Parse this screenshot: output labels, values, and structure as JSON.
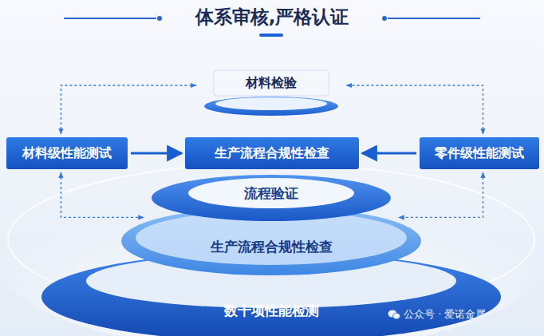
{
  "diagram": {
    "title": "体系审核,严格认证",
    "nodes": [
      {
        "text": [
          "材料检验"
        ]
      },
      {
        "text": [
          "材料级性能测试"
        ]
      },
      {
        "text": [
          "生产流程合规性检查"
        ]
      },
      {
        "text": [
          "零件级性能测试"
        ]
      },
      {
        "text": [
          "流程验证"
        ]
      },
      {
        "text": [
          "生产流程合规性检查"
        ]
      },
      {
        "text": [
          "数十项性能检测"
        ]
      }
    ],
    "edges": [
      {
        "from": 1,
        "to": 2,
        "arrow": "to"
      },
      {
        "from": 3,
        "to": 2,
        "arrow": "to"
      },
      {
        "from": 1,
        "to": 0,
        "arrow": "both"
      },
      {
        "from": 3,
        "to": 0,
        "arrow": "both"
      },
      {
        "from": 1,
        "to": 5,
        "arrow": "both"
      },
      {
        "from": 3,
        "to": 5,
        "arrow": "both"
      }
    ],
    "labels": [
      "公众号 · 爱诺金属"
    ]
  }
}
